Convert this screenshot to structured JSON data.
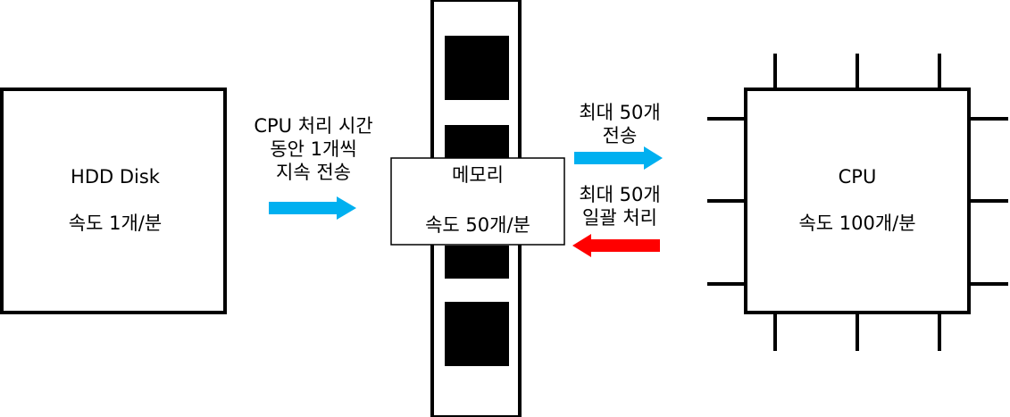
{
  "hdd": {
    "name": "HDD Disk",
    "speed": "속도 1개/분"
  },
  "memory": {
    "name": "메모리",
    "speed": "속도 50개/분"
  },
  "cpu": {
    "name": "CPU",
    "speed": "속도 100개/분"
  },
  "transfer_hdd_to_memory": {
    "lines": [
      "CPU 처리 시간",
      "동안 1개씩",
      "지속 전송"
    ],
    "arrow_color": "#00b0f0"
  },
  "transfer_memory_to_cpu": {
    "lines": [
      "최대 50개",
      "전송"
    ],
    "arrow_color": "#00b0f0"
  },
  "transfer_cpu_to_memory": {
    "lines": [
      "최대 50개",
      "일괄 처리"
    ],
    "arrow_color": "#ff0000"
  }
}
